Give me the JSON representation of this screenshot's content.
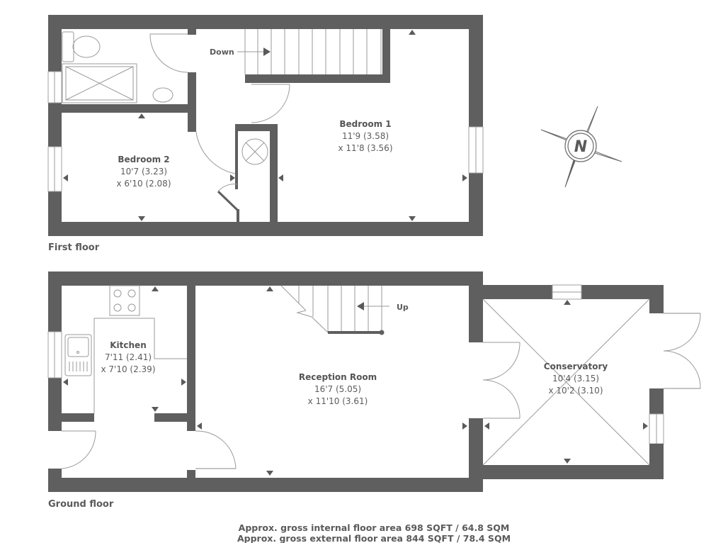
{
  "floors": {
    "first": {
      "label": "First floor",
      "rooms": {
        "bedroom1": {
          "name": "Bedroom 1",
          "dim1": "11'9 (3.58)",
          "dim2": "x 11'8 (3.56)"
        },
        "bedroom2": {
          "name": "Bedroom 2",
          "dim1": "10'7 (3.23)",
          "dim2": "x 6'10 (2.08)"
        }
      },
      "stairs_label": "Down"
    },
    "ground": {
      "label": "Ground floor",
      "rooms": {
        "kitchen": {
          "name": "Kitchen",
          "dim1": "7'11 (2.41)",
          "dim2": "x 7'10 (2.39)"
        },
        "reception": {
          "name": "Reception Room",
          "dim1": "16'7 (5.05)",
          "dim2": "x 11'10 (3.61)"
        },
        "conservatory": {
          "name": "Conservatory",
          "dim1": "10'4 (3.15)",
          "dim2": "x 10'2 (3.10)"
        }
      },
      "stairs_label": "Up"
    }
  },
  "compass": {
    "label": "N",
    "icon": "north-compass-icon"
  },
  "footer": {
    "internal_area": "Approx. gross internal floor area 698 SQFT / 64.8 SQM",
    "external_area": "Approx. gross external floor area 844 SQFT / 78.4 SQM"
  },
  "colors": {
    "wall": "#5f5f5f",
    "text": "#5a5a5a",
    "background": "#ffffff"
  }
}
